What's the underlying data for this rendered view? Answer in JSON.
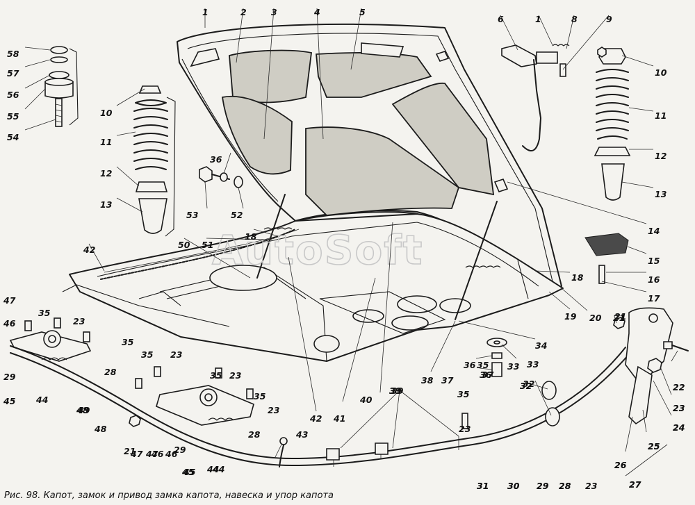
{
  "figure": {
    "caption": "Рис. 98. Капот, замок и привод замка капота, навеска и упор капота",
    "watermark": "AutoSoft"
  },
  "callouts": [
    "1",
    "2",
    "3",
    "4",
    "5",
    "6",
    "1",
    "8",
    "9",
    "10",
    "11",
    "12",
    "13",
    "14",
    "15",
    "16",
    "17",
    "18",
    "19",
    "20",
    "21",
    "22",
    "23",
    "24",
    "25",
    "26",
    "27",
    "28",
    "29",
    "30",
    "31",
    "32",
    "33",
    "34",
    "35",
    "36",
    "37",
    "38",
    "39",
    "40",
    "41",
    "42",
    "43",
    "44",
    "45",
    "46",
    "47",
    "48",
    "49",
    "50",
    "51",
    "52",
    "53",
    "54",
    "55",
    "56",
    "57",
    "58",
    "10",
    "11",
    "12",
    "13",
    "36",
    "18",
    "42",
    "35",
    "23",
    "35",
    "35",
    "23",
    "47",
    "46",
    "29",
    "28",
    "44",
    "45",
    "35",
    "23",
    "28",
    "29",
    "44",
    "45",
    "46",
    "47",
    "48",
    "21",
    "35",
    "23",
    "39",
    "39",
    "33",
    "36",
    "37",
    "35",
    "23",
    "32",
    "23",
    "21",
    "22",
    "23",
    "24",
    "25",
    "26",
    "27",
    "28",
    "29",
    "30",
    "31",
    "32"
  ]
}
